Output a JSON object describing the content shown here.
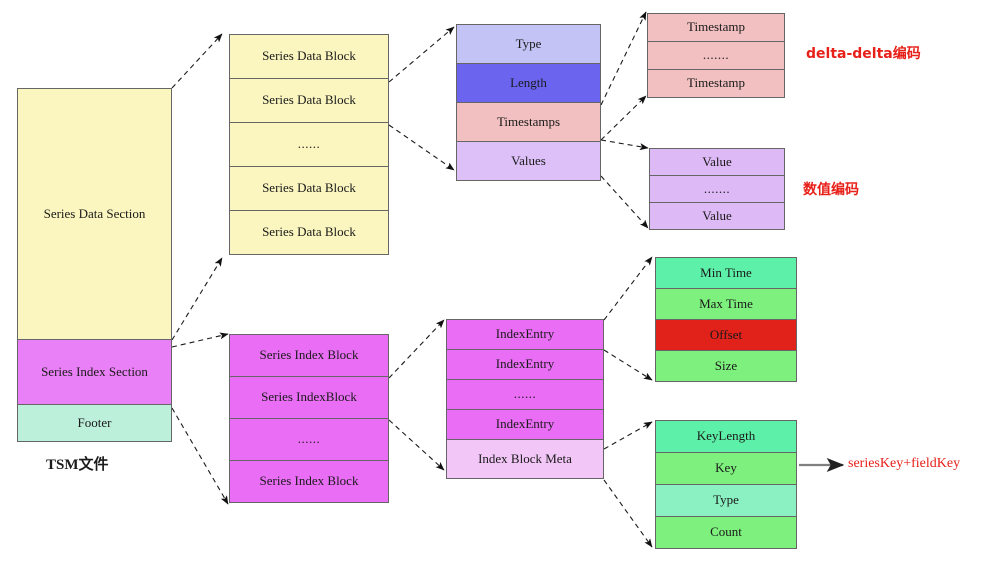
{
  "diagram": {
    "title_caption": "TSM文件",
    "colors": {
      "data_section": "#fbf6bf",
      "index_section": "#ea80f7",
      "footer": "#bdf0db",
      "type_row": "#c3c3f5",
      "length_row": "#6a64ef",
      "timestamps_row": "#f2c0c0",
      "values_row": "#ddc0f7",
      "timestamp_box": "#f2c0c0",
      "value_box": "#ddb9f5",
      "index_entry": "#ea6ef5",
      "index_block_meta": "#f2c6f7",
      "green_teal": "#5df0a8",
      "green_light": "#7df07d",
      "green_aqua": "#8bf0c2",
      "offset_red": "#e0221a",
      "note_red": "#e8201a",
      "border": "#666666",
      "arrow": "#4d4d4d"
    },
    "tsm_file": {
      "name": "tsm-file-column",
      "rows": [
        {
          "label": "Series Data Section",
          "color_key": "data_section"
        },
        {
          "label": "Series Index Section",
          "color_key": "index_section"
        },
        {
          "label": "Footer",
          "color_key": "footer"
        }
      ]
    },
    "series_data_blocks": {
      "name": "series-data-block-column",
      "rows": [
        {
          "label": "Series Data Block"
        },
        {
          "label": "Series Data Block"
        },
        {
          "label": "......"
        },
        {
          "label": "Series Data Block"
        },
        {
          "label": "Series Data Block"
        }
      ]
    },
    "data_block_detail": {
      "name": "data-block-detail-column",
      "rows": [
        {
          "label": "Type",
          "color_key": "type_row"
        },
        {
          "label": "Length",
          "color_key": "length_row"
        },
        {
          "label": "Timestamps",
          "color_key": "timestamps_row"
        },
        {
          "label": "Values",
          "color_key": "values_row"
        }
      ]
    },
    "timestamps_detail": {
      "name": "timestamps-detail-column",
      "rows": [
        {
          "label": "Timestamp"
        },
        {
          "label": "......."
        },
        {
          "label": "Timestamp"
        }
      ],
      "annotation": "delta-delta编码"
    },
    "values_detail": {
      "name": "values-detail-column",
      "rows": [
        {
          "label": "Value"
        },
        {
          "label": "......."
        },
        {
          "label": "Value"
        }
      ],
      "annotation": "数值编码"
    },
    "series_index_blocks": {
      "name": "series-index-block-column",
      "rows": [
        {
          "label": "Series Index Block"
        },
        {
          "label": "Series IndexBlock"
        },
        {
          "label": "......"
        },
        {
          "label": "Series Index Block"
        }
      ]
    },
    "index_block_detail": {
      "name": "index-block-detail-column",
      "rows": [
        {
          "label": "IndexEntry",
          "color_key": "index_entry"
        },
        {
          "label": "IndexEntry",
          "color_key": "index_entry"
        },
        {
          "label": "......",
          "color_key": "index_entry"
        },
        {
          "label": "IndexEntry",
          "color_key": "index_entry"
        },
        {
          "label": "Index Block Meta",
          "color_key": "index_block_meta"
        }
      ]
    },
    "index_entry_detail": {
      "name": "index-entry-detail-column",
      "rows": [
        {
          "label": "Min Time",
          "color_key": "green_teal"
        },
        {
          "label": "Max Time",
          "color_key": "green_light"
        },
        {
          "label": "Offset",
          "color_key": "offset_red"
        },
        {
          "label": "Size",
          "color_key": "green_light"
        }
      ]
    },
    "index_block_meta_detail": {
      "name": "index-block-meta-detail-column",
      "rows": [
        {
          "label": "KeyLength",
          "color_key": "green_teal"
        },
        {
          "label": "Key",
          "color_key": "green_light"
        },
        {
          "label": "Type",
          "color_key": "green_aqua"
        },
        {
          "label": "Count",
          "color_key": "green_light"
        }
      ],
      "annotation": "seriesKey+fieldKey"
    }
  }
}
